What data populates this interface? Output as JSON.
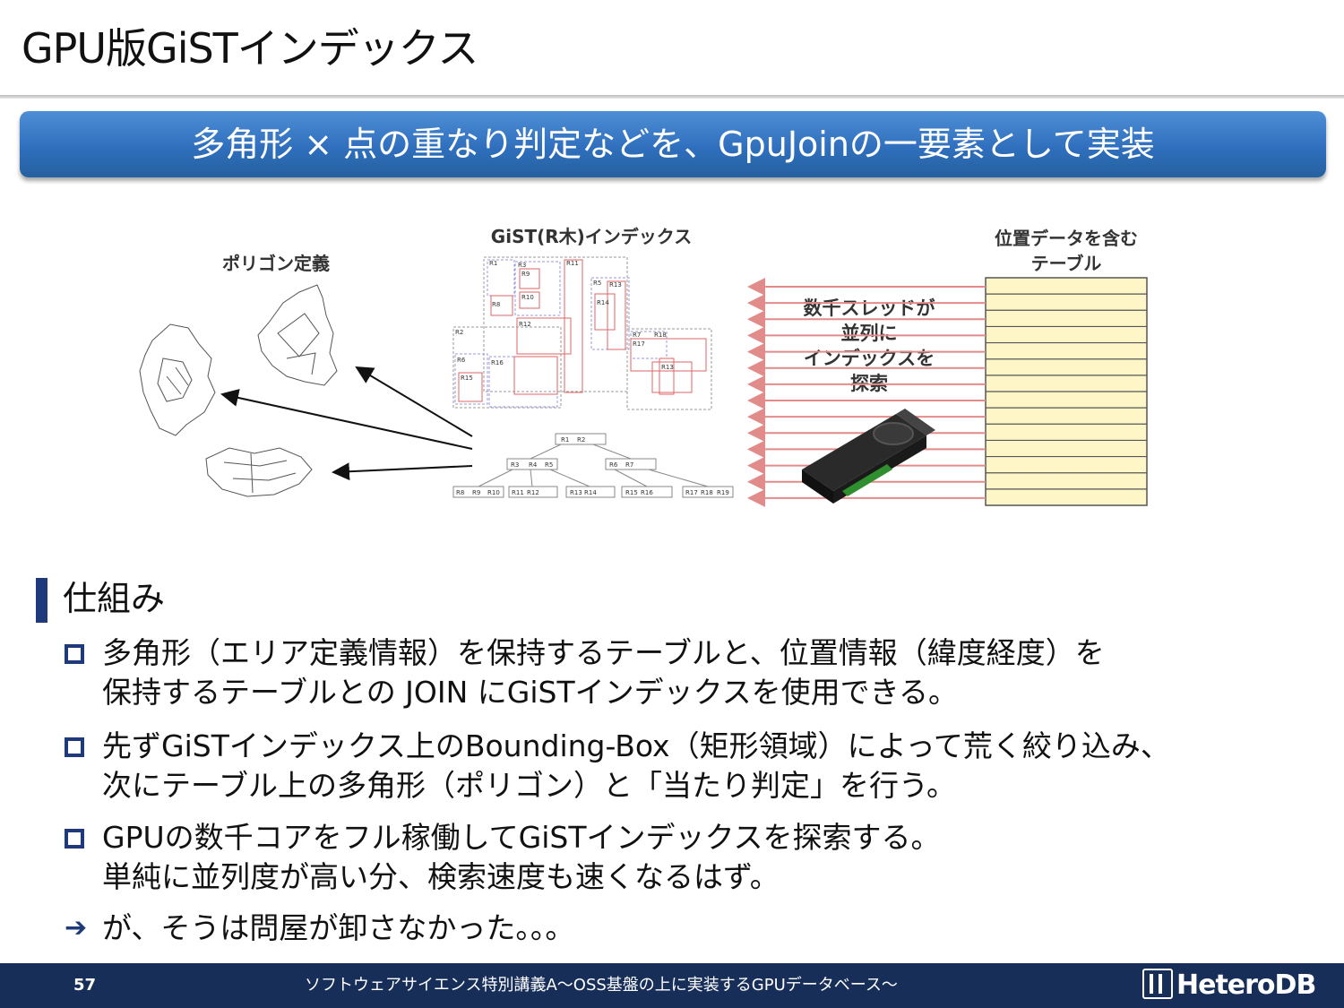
{
  "title": "GPU版GiSTインデックス",
  "banner": "多角形 × 点の重なり判定などを、GpuJoinの一要素として実装",
  "diagram": {
    "polygon_label": "ポリゴン定義",
    "gist_label": "GiST(R木)インデックス",
    "table_label_line1": "位置データを含む",
    "table_label_line2": "テーブル",
    "threads_line1": "数千スレッドが",
    "threads_line2": "並列に",
    "threads_line3": "インデックスを",
    "threads_line4": "探索",
    "rtree_top": [
      "R1",
      "R2"
    ],
    "rtree_mid_left": [
      "R3",
      "R4",
      "R5"
    ],
    "rtree_mid_right": [
      "R6",
      "R7"
    ],
    "rtree_leaves": [
      [
        "R8",
        "R9",
        "R10"
      ],
      [
        "R11",
        "R12"
      ],
      [
        "R13",
        "R14"
      ],
      [
        "R15",
        "R16"
      ],
      [
        "R17",
        "R18",
        "R19"
      ]
    ]
  },
  "section": {
    "heading": "仕組み",
    "bullets": [
      {
        "line1": "多角形（エリア定義情報）を保持するテーブルと、位置情報（緯度経度）を",
        "line2": "保持するテーブルとの JOIN にGiSTインデックスを使用できる。"
      },
      {
        "line1": "先ずGiSTインデックス上のBounding-Box（矩形領域）によって荒く絞り込み、",
        "line2": "次にテーブル上の多角形（ポリゴン）と「当たり判定」を行う。"
      },
      {
        "line1": "GPUの数千コアをフル稼働してGiSTインデックスを探索する。",
        "line2": "単純に並列度が高い分、検索速度も速くなるはず。"
      }
    ],
    "conclusion": "が、そうは問屋が卸さなかった。。。"
  },
  "footer": {
    "page_number": "57",
    "course": "ソフトウェアサイエンス特別講義A～OSS基盤の上に実装するGPUデータベース～",
    "logo": "HeteroDB"
  },
  "colors": {
    "banner": "#2f6fbd",
    "footer": "#172e59",
    "accent": "#1f3a7a",
    "table_fill": "#fff6c8",
    "thread_arrow": "#e28b8b"
  },
  "icons": [
    "gpu-card-icon",
    "polygon-map-icon",
    "square-bullet-icon",
    "arrow-right-icon",
    "heterodb-logo-icon"
  ]
}
